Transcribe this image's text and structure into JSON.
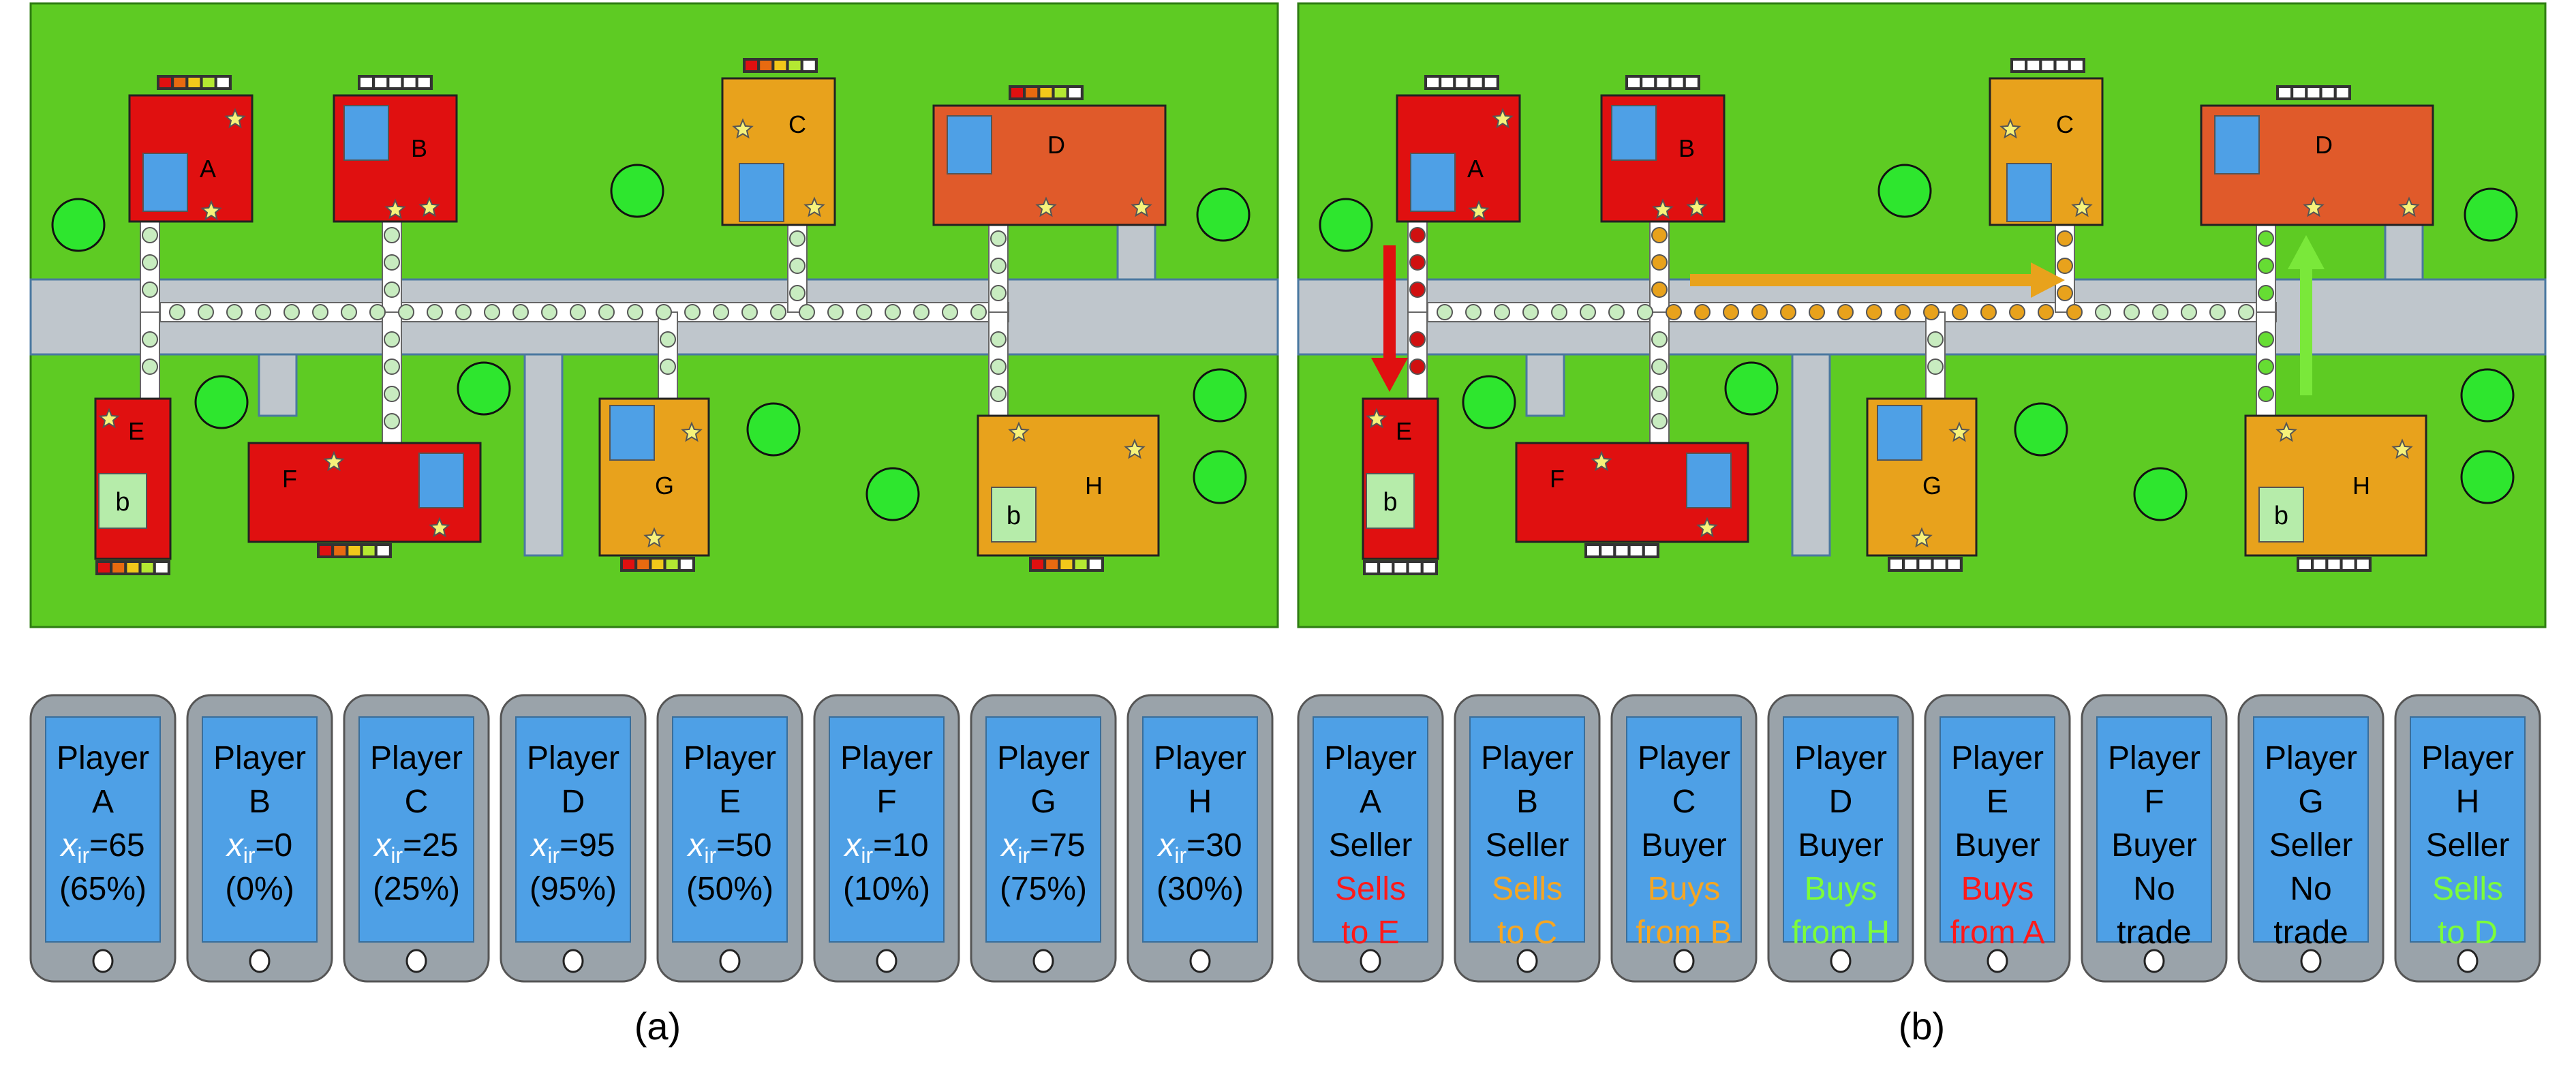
{
  "panels": [
    {
      "caption": "(a)",
      "houses": [
        {
          "letter": "A",
          "color": "#e01010",
          "meter": "red"
        },
        {
          "letter": "B",
          "color": "#e01010",
          "meter": "none"
        },
        {
          "letter": "C",
          "color": "#e8a21c",
          "meter": "red"
        },
        {
          "letter": "D",
          "color": "#e05a2a",
          "meter": "red"
        },
        {
          "letter": "E",
          "color": "#e01010",
          "meter": "red",
          "battery": "b"
        },
        {
          "letter": "F",
          "color": "#e01010",
          "meter": "red"
        },
        {
          "letter": "G",
          "color": "#e8a21c",
          "meter": "red"
        },
        {
          "letter": "H",
          "color": "#e8a21c",
          "meter": "red",
          "battery": "b"
        }
      ],
      "phones": [
        {
          "lines": [
            "Player",
            "A"
          ],
          "var": "x",
          "sub": "ir",
          "value": "=65",
          "extra": "(65%)"
        },
        {
          "lines": [
            "Player",
            "B"
          ],
          "var": "x",
          "sub": "ir",
          "value": "=0",
          "extra": "(0%)"
        },
        {
          "lines": [
            "Player",
            "C"
          ],
          "var": "x",
          "sub": "ir",
          "value": "=25",
          "extra": "(25%)"
        },
        {
          "lines": [
            "Player",
            "D"
          ],
          "var": "x",
          "sub": "ir",
          "value": "=95",
          "extra": "(95%)"
        },
        {
          "lines": [
            "Player",
            "E"
          ],
          "var": "x",
          "sub": "ir",
          "value": "=50",
          "extra": "(50%)"
        },
        {
          "lines": [
            "Player",
            "F"
          ],
          "var": "x",
          "sub": "ir",
          "value": "=10",
          "extra": "(10%)"
        },
        {
          "lines": [
            "Player",
            "G"
          ],
          "var": "x",
          "sub": "ir",
          "value": "=75",
          "extra": "(75%)"
        },
        {
          "lines": [
            "Player",
            "H"
          ],
          "var": "x",
          "sub": "ir",
          "value": "=30",
          "extra": "(30%)"
        }
      ]
    },
    {
      "caption": "(b)",
      "houses": [
        {
          "letter": "A",
          "color": "#e01010",
          "meter": "none"
        },
        {
          "letter": "B",
          "color": "#e01010",
          "meter": "none"
        },
        {
          "letter": "C",
          "color": "#e8a21c",
          "meter": "none"
        },
        {
          "letter": "D",
          "color": "#e05a2a",
          "meter": "none"
        },
        {
          "letter": "E",
          "color": "#e01010",
          "meter": "none",
          "battery": "b"
        },
        {
          "letter": "F",
          "color": "#e01010",
          "meter": "none"
        },
        {
          "letter": "G",
          "color": "#e8a21c",
          "meter": "none"
        },
        {
          "letter": "H",
          "color": "#e8a21c",
          "meter": "none",
          "battery": "b"
        }
      ],
      "phones": [
        {
          "lines": [
            "Player",
            "A",
            "Seller"
          ],
          "status": [
            "Sells",
            "to E"
          ],
          "status_color": "#ff1a1a"
        },
        {
          "lines": [
            "Player",
            "B",
            "Seller"
          ],
          "status": [
            "Sells",
            "to C"
          ],
          "status_color": "#f5a623"
        },
        {
          "lines": [
            "Player",
            "C",
            "Buyer"
          ],
          "status": [
            "Buys",
            "from B"
          ],
          "status_color": "#f5a623"
        },
        {
          "lines": [
            "Player",
            "D",
            "Buyer"
          ],
          "status": [
            "Buys",
            "from H"
          ],
          "status_color": "#7dfc3a"
        },
        {
          "lines": [
            "Player",
            "E",
            "Buyer"
          ],
          "status": [
            "Buys",
            "from A"
          ],
          "status_color": "#ff1a1a"
        },
        {
          "lines": [
            "Player",
            "F",
            "Buyer"
          ],
          "status": [
            "No",
            "trade"
          ],
          "status_color": "#000000"
        },
        {
          "lines": [
            "Player",
            "G",
            "Seller"
          ],
          "status": [
            "No",
            "trade"
          ],
          "status_color": "#000000"
        },
        {
          "lines": [
            "Player",
            "H",
            "Seller"
          ],
          "status": [
            "Sells",
            "to D"
          ],
          "status_color": "#7dfc3a"
        }
      ]
    }
  ],
  "colors": {
    "grass": "#5ecb23",
    "road": "#bfc6cc",
    "tree": "#2ee62e",
    "window": "#4ea0e6",
    "battery": "#b6ecaa",
    "star": "#f6f27a",
    "phone_body": "#9aa3aa",
    "phone_screen": "#4ea0e6",
    "arrow_red": "#e01010",
    "arrow_orange": "#e8a21c",
    "arrow_green": "#7ae83a",
    "dot_idle": "#c8ecc0",
    "dot_red": "#d01010",
    "dot_orange": "#e8a21c",
    "dot_green": "#66dd33"
  }
}
